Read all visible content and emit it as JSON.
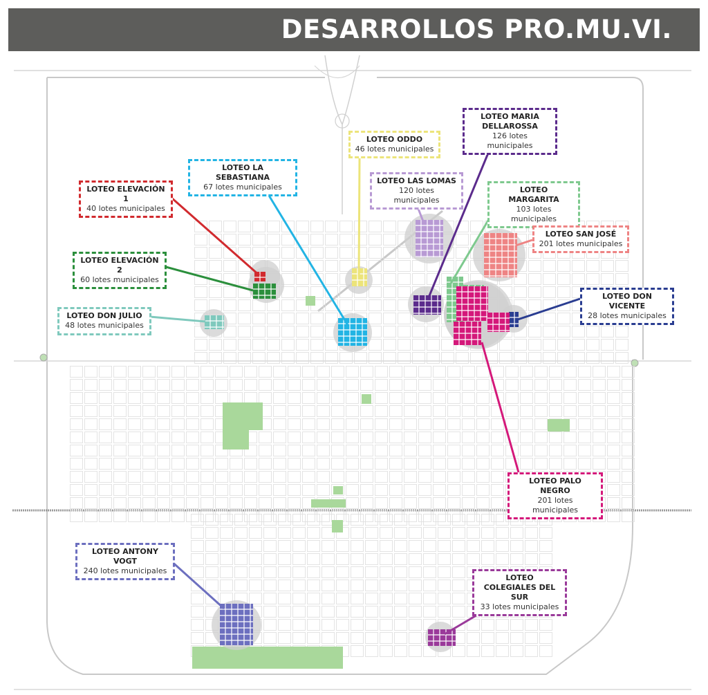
{
  "title": "DESARROLLOS PRO.MU.VI.",
  "colors": {
    "title_bg": "#5d5d5b",
    "street": "#dcdcdc",
    "highlight_circle": "#cfcfcf",
    "green_area": "#a9d89b"
  },
  "loteos": [
    {
      "id": "elevacion-1",
      "name": "LOTEO ELEVACIÓN 1",
      "count": "40 lotes municipales",
      "color": "#d12a2e"
    },
    {
      "id": "elevacion-2",
      "name": "LOTEO ELEVACIÓN 2",
      "count": "60 lotes municipales",
      "color": "#2b8f3c"
    },
    {
      "id": "don-julio",
      "name": "LOTEO DON JULIO",
      "count": "48 lotes municipales",
      "color": "#7fc9bd"
    },
    {
      "id": "la-sebastiana",
      "name": "LOTEO LA SEBASTIANA",
      "count": "67 lotes municipales",
      "color": "#22b4e4"
    },
    {
      "id": "oddo",
      "name": "LOTEO ODDO",
      "count": "46 lotes municipales",
      "color": "#ece47a"
    },
    {
      "id": "las-lomas",
      "name": "LOTEO LAS LOMAS",
      "count": "120 lotes municipales",
      "color": "#b89ad4"
    },
    {
      "id": "maria-dellarossa",
      "name": "LOTEO MARIA DELLAROSSA",
      "count": "126 lotes municipales",
      "color": "#5b2b8c"
    },
    {
      "id": "margarita",
      "name": "LOTEO MARGARITA",
      "count": "103 lotes municipales",
      "color": "#7ec98e"
    },
    {
      "id": "san-jose",
      "name": "LOTEO SAN JOSÉ",
      "count": "201 lotes municipales",
      "color": "#ee8484"
    },
    {
      "id": "don-vicente",
      "name": "LOTEO DON VICENTE",
      "count": "28 lotes municipales",
      "color": "#2a3d91"
    },
    {
      "id": "palo-negro",
      "name": "LOTEO PALO NEGRO",
      "count": "201 lotes municipales",
      "color": "#d4187a"
    },
    {
      "id": "antony-vogt",
      "name": "LOTEO ANTONY VOGT",
      "count": "240 lotes municipales",
      "color": "#6c6fbf"
    },
    {
      "id": "colegiales-del-sur",
      "name": "LOTEO COLEGIALES DEL SUR",
      "count": "33 lotes municipales",
      "color": "#9a3a9a"
    }
  ]
}
